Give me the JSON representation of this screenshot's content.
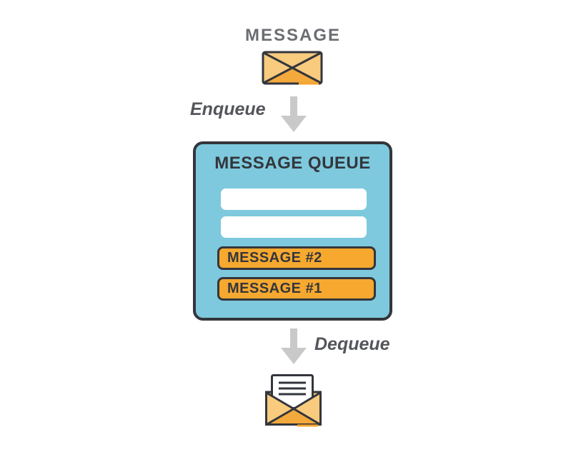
{
  "diagram": {
    "title": "MESSAGE",
    "enqueue_label": "Enqueue",
    "dequeue_label": "Dequeue",
    "queue": {
      "title": "MESSAGE QUEUE",
      "slots": [
        {
          "type": "empty",
          "label": ""
        },
        {
          "type": "empty",
          "label": ""
        },
        {
          "type": "message",
          "label": "MESSAGE #2"
        },
        {
          "type": "message",
          "label": "MESSAGE #1"
        }
      ]
    },
    "icons": {
      "top_icon": "closed-envelope-icon",
      "bottom_icon": "open-envelope-with-letter-icon",
      "flow_arrows": "down-arrow-icon"
    },
    "colors": {
      "queue_background": "#7EC9DD",
      "outline_dark": "#33363C",
      "message_orange": "#F6A82F",
      "envelope_light_orange": "#F8CB7E",
      "envelope_dark_orange": "#F4A93C",
      "accent_orange": "#F5A42C",
      "arrow_gray": "#C9C9C9",
      "title_gray": "#6B6E72",
      "flow_label_gray": "#54565B",
      "slot_white": "#FFFFFF",
      "background": "#FFFFFF"
    }
  }
}
